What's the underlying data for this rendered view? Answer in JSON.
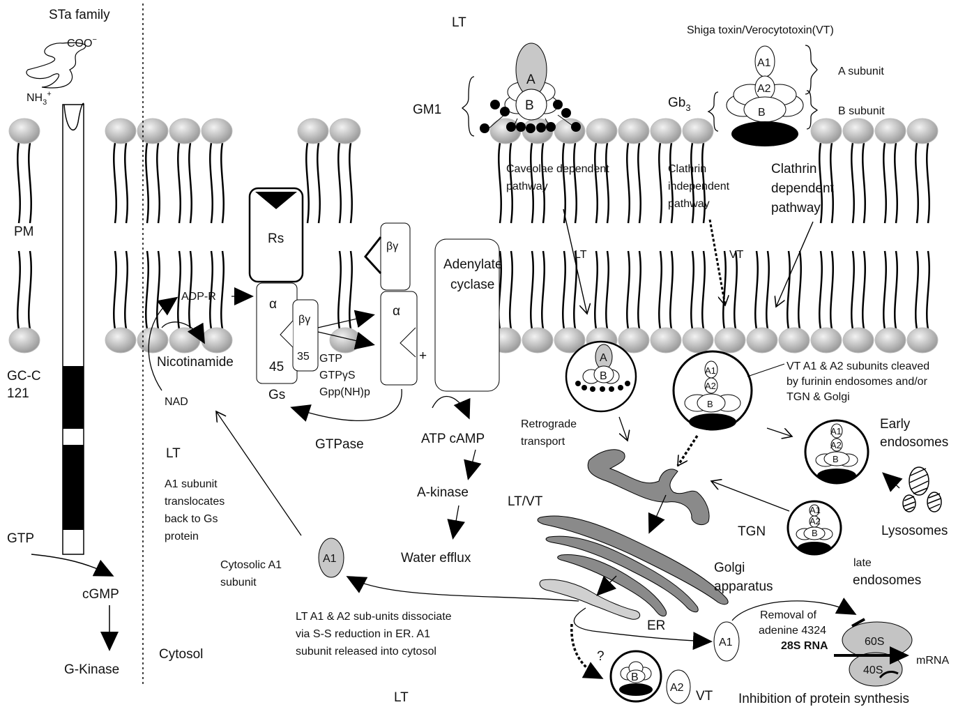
{
  "colors": {
    "membrane_head": "#bdbdbd",
    "organelle_fill": "#8a8a8a",
    "er_fill": "#d0d0d0",
    "ribosome_fill": "#c4c4c4",
    "a_subunit_fill": "#c8c8c8"
  },
  "labels": {
    "sta_family": "STa family",
    "coo": "COO",
    "coo_sup": "−",
    "nh3": "NH",
    "nh3_sub": "3",
    "nh3_sup": "+",
    "pm": "PM",
    "gcc": "GC-C",
    "gcc_num": "121",
    "gtp_left": "GTP",
    "cgmp": "cGMP",
    "gkinase": "G-Kinase",
    "cytosol": "Cytosol",
    "lt_top": "LT",
    "gm1": "GM1",
    "a_letter": "A",
    "b_letter": "B",
    "shiga": "Shiga toxin/Verocytotoxin(VT)",
    "a1": "A1",
    "a2": "A2",
    "a_subunit": "A subunit",
    "b_subunit": "B subunit",
    "gb3": "Gb",
    "gb3_sub": "3",
    "caveolae_1": "Caveolae dependent",
    "caveolae_2": "pathway",
    "clathrin_indep_1": "Clathrin",
    "clathrin_indep_2": "independent",
    "clathrin_indep_3": "pathway",
    "clathrin_dep_1": "Clathrin",
    "clathrin_dep_2": "dependent",
    "clathrin_dep_3": "pathway",
    "lt_arrow": "LT",
    "vt_arrow": "VT",
    "rs": "Rs",
    "alpha": "α",
    "betagamma": "βγ",
    "num45": "45",
    "num35": "35",
    "gs": "Gs",
    "gtp_list_1": "GTP",
    "gtp_list_2": "GTPγS",
    "gtp_list_3": "Gpp(NH)p",
    "adenylate_1": "Adenylate",
    "adenylate_2": "cyclase",
    "plus": "+",
    "adpr": "ADP-R",
    "nicotinamide": "Nicotinamide",
    "nad": "NAD",
    "gtpase": "GTPase",
    "atp_camp": "ATP cAMP",
    "akinase": "A-kinase",
    "water_efflux": "Water efflux",
    "lt_mid": "LT",
    "a1_translocates_1": "A1 subunit",
    "a1_translocates_2": "translocates",
    "a1_translocates_3": "back to Gs",
    "a1_translocates_4": "protein",
    "cytosolic_a1_1": "Cytosolic A1",
    "cytosolic_a1_2": "subunit",
    "dissociate_1": "LT A1 & A2 sub-units dissociate",
    "dissociate_2": "via S-S reduction in ER. A1",
    "dissociate_3": "subunit released into cytosol",
    "lt_bottom": "LT",
    "retrograde_1": "Retrograde",
    "retrograde_2": "transport",
    "ltvt": "LT/VT",
    "tgn": "TGN",
    "golgi_1": "Golgi",
    "golgi_2": "apparatus",
    "er": "ER",
    "vt_cleaved_1": "VT A1 & A2 subunits cleaved",
    "vt_cleaved_2": "by furinin endosomes and/or",
    "vt_cleaved_3": "TGN & Golgi",
    "early_1": "Early",
    "early_2": "endosomes",
    "lysosomes": "Lysosomes",
    "late_1": "late",
    "late_2": "endosomes",
    "removal_1": "Removal of",
    "removal_2": "adenine 4324",
    "rna28s": "28S RNA",
    "s60": "60S",
    "s40": "40S",
    "mrna": "mRNA",
    "inhibition": "Inhibition of protein synthesis",
    "question": "?",
    "vt_bottom": "VT"
  }
}
